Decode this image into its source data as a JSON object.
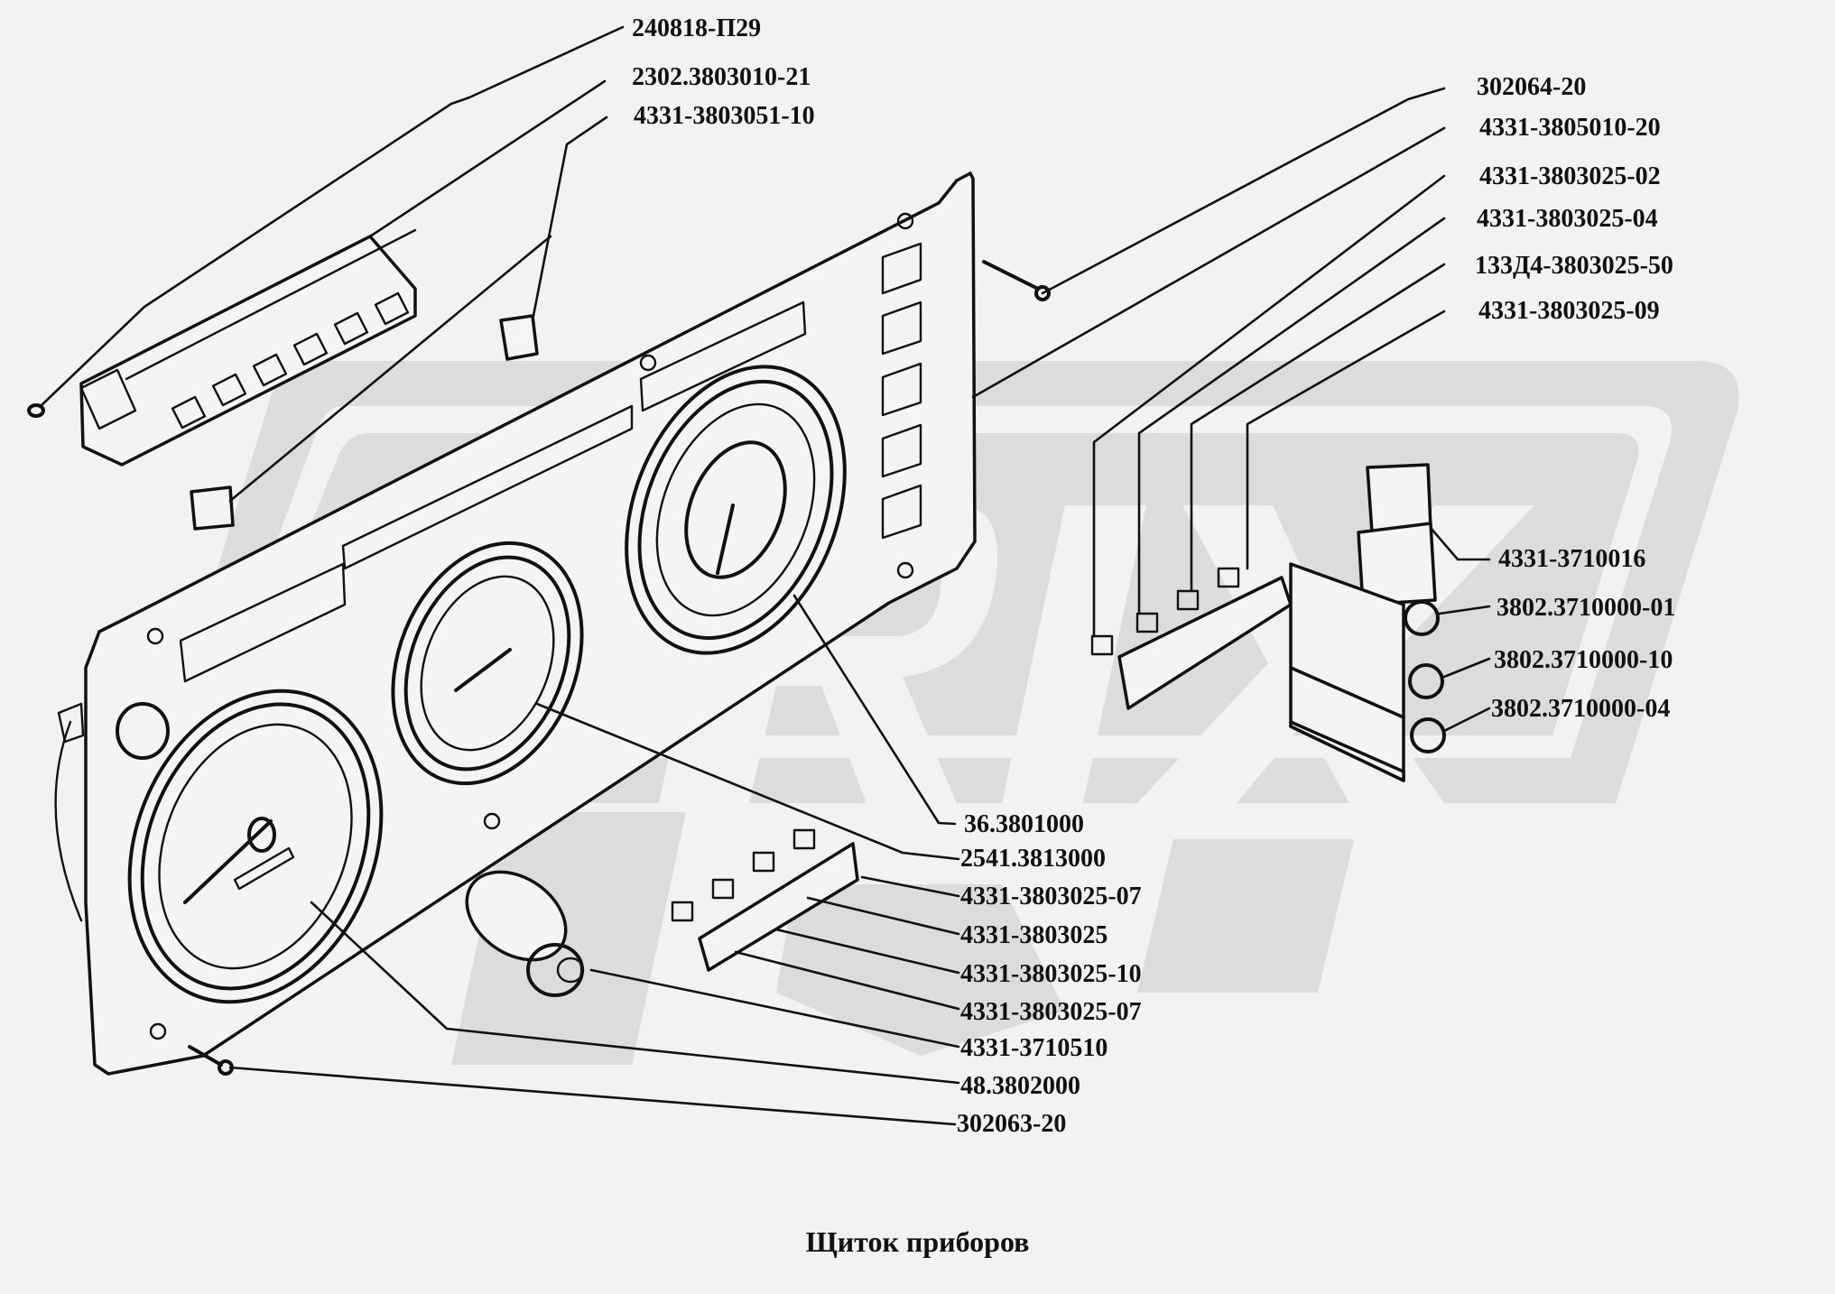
{
  "diagram": {
    "title": "Щиток приборов",
    "watermark": "ORIX",
    "colors": {
      "background": "#f2f2f0",
      "watermark": "#dcdcdb",
      "ink": "#111111"
    },
    "labels": {
      "top_left": [
        {
          "id": "screw-top-left",
          "text": "240818-П29"
        },
        {
          "id": "warning-lamp-block",
          "text": "2302.3803010-21"
        },
        {
          "id": "lamp-socket",
          "text": "4331-3803051-10"
        }
      ],
      "top_right": [
        {
          "id": "screw-top-right",
          "text": "302064-20"
        },
        {
          "id": "instrument-panel",
          "text": "4331-3805010-20"
        },
        {
          "id": "switch-02",
          "text": "4331-3803025-02"
        },
        {
          "id": "switch-04",
          "text": "4331-3803025-04"
        },
        {
          "id": "switch-50",
          "text": "133Д4-3803025-50"
        },
        {
          "id": "switch-09",
          "text": "4331-3803025-09"
        }
      ],
      "right_block": [
        {
          "id": "switch-block",
          "text": "4331-3710016"
        },
        {
          "id": "switch-01",
          "text": "3802.3710000-01"
        },
        {
          "id": "switch-10",
          "text": "3802.3710000-10"
        },
        {
          "id": "switch-04b",
          "text": "3802.3710000-04"
        }
      ],
      "bottom": [
        {
          "id": "combination-gauge",
          "text": "36.3801000"
        },
        {
          "id": "tachometer",
          "text": "2541.3813000"
        },
        {
          "id": "switch-07a",
          "text": "4331-3803025-07"
        },
        {
          "id": "switch-base",
          "text": "4331-3803025"
        },
        {
          "id": "switch-10b",
          "text": "4331-3803025-10"
        },
        {
          "id": "switch-07b",
          "text": "4331-3803025-07"
        },
        {
          "id": "ignition-switch",
          "text": "4331-3710510"
        },
        {
          "id": "speedometer",
          "text": "48.3802000"
        },
        {
          "id": "screw-bottom",
          "text": "302063-20"
        }
      ]
    }
  }
}
